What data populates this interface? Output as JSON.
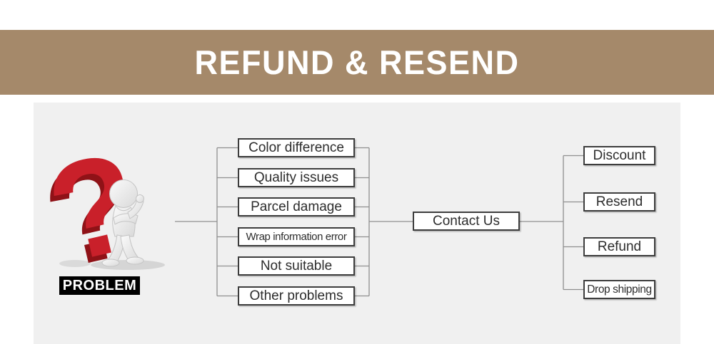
{
  "banner": {
    "title": "REFUND & RESEND",
    "background": "#a5896a",
    "text_color": "#ffffff"
  },
  "problem_figure": {
    "label": "PROBLEM",
    "icon": "thinking-person-question-mark-icon",
    "question_mark_color": "#c9202a",
    "question_mark_shadow_color": "#8f1217",
    "tag_background": "#000000"
  },
  "flow": {
    "problems": [
      "Color difference",
      "Quality issues",
      "Parcel damage",
      "Wrap information error",
      "Not suitable",
      "Other problems"
    ],
    "hub_label": "Contact Us",
    "solutions": [
      "Discount",
      "Resend",
      "Refund",
      "Drop shipping"
    ]
  },
  "colors": {
    "card_background": "#f0f0f0",
    "box_border": "#3d3d3d",
    "connector_line": "#8f8f8f"
  }
}
